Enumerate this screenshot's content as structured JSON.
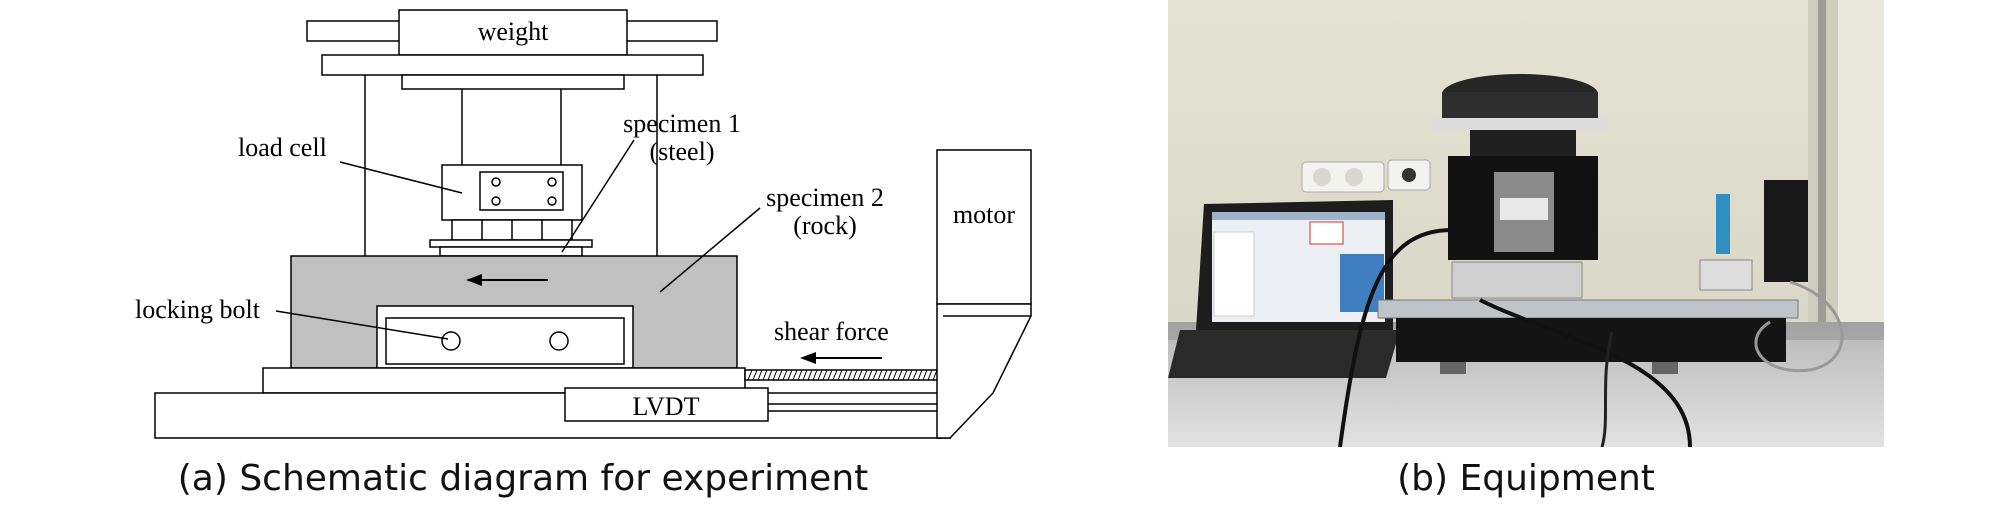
{
  "schematic": {
    "labels": {
      "weight": "weight",
      "load_cell": "load cell",
      "specimen1_line1": "specimen 1",
      "specimen1_line2": "(steel)",
      "specimen2_line1": "specimen 2",
      "specimen2_line2": "(rock)",
      "motor": "motor",
      "locking_bolt": "locking bolt",
      "shear_force": "shear force",
      "lvdt": "LVDT"
    },
    "caption": "(a) Schematic diagram for experiment"
  },
  "photo": {
    "caption": "(b) Equipment"
  },
  "colors": {
    "specimen_fill": "#c0c0c0",
    "wall": "#e6e4d6",
    "table": "#dcdcdc"
  }
}
